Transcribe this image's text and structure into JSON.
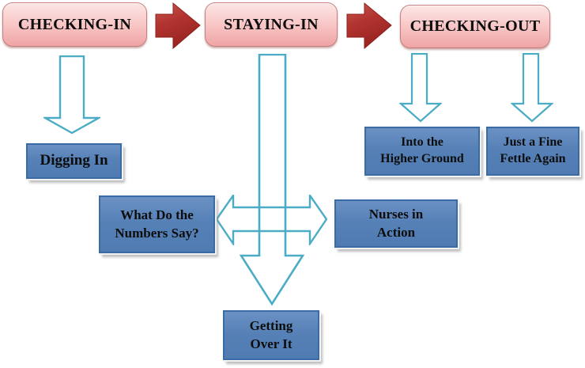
{
  "diagram": {
    "stages": [
      {
        "id": "checking-in",
        "label": "CHECKING-IN"
      },
      {
        "id": "staying-in",
        "label": "STAYING-IN"
      },
      {
        "id": "checking-out",
        "label": "CHECKING-OUT"
      }
    ],
    "nodes": [
      {
        "id": "digging-in",
        "label": "Digging In"
      },
      {
        "id": "what-do-the-numbers-say",
        "label": "What Do the\nNumbers Say?"
      },
      {
        "id": "nurses-in-action",
        "label": "Nurses in\nAction"
      },
      {
        "id": "getting-over-it",
        "label": "Getting\nOver It"
      },
      {
        "id": "into-the-higher-ground",
        "label": "Into the\nHigher Ground"
      },
      {
        "id": "just-a-fine-fettle-again",
        "label": "Just a Fine\nFettle Again"
      }
    ],
    "icons": {
      "flow_arrow": "red-right-block-arrow",
      "down_arrow": "hollow-down-arrow",
      "left_right_arrow": "hollow-left-right-arrow"
    },
    "colors": {
      "stage_fill_top": "#FDE6E6",
      "stage_fill_bottom": "#EFA4A4",
      "stage_border": "#C57F7F",
      "flow_arrow_fill_top": "#C14A44",
      "flow_arrow_fill_bottom": "#9C2623",
      "node_fill": "#5681B7",
      "node_border": "#3A6BA5",
      "arrow_outline": "#4BACC6",
      "text": "#0D0D0D",
      "background": "#FFFFFF"
    }
  }
}
